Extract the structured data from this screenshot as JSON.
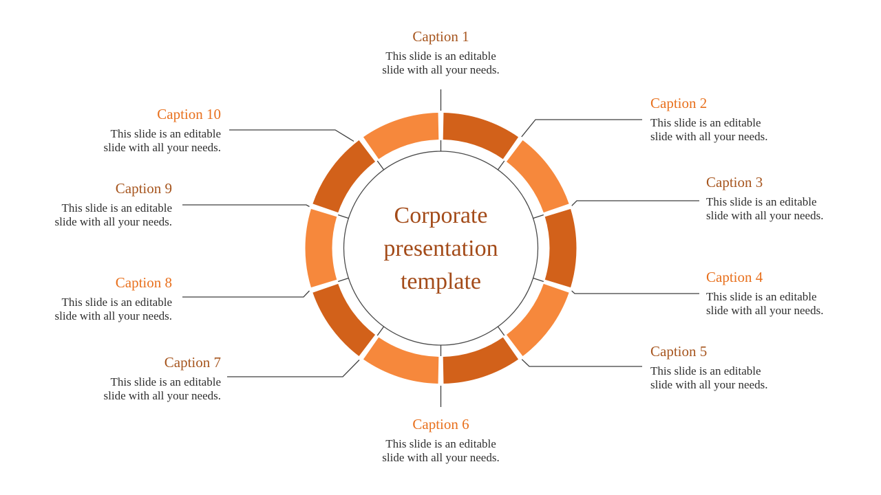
{
  "slide": {
    "center": {
      "title": "Corporate presentation template"
    },
    "colors": {
      "segment_dark": "#D2611A",
      "segment_light": "#F6883C",
      "caption_orange": "#E8701D",
      "caption_brown": "#A6551E",
      "center_text": "#A34B19",
      "body_text": "#2E2E2E",
      "line": "#3F3F3F",
      "circle_outline": "#4A4A4A",
      "background": "#FFFFFF"
    },
    "captions": [
      {
        "label": "Caption 1",
        "body_line1": "This slide is an editable",
        "body_line2": "slide with all your needs.",
        "variant": "brown"
      },
      {
        "label": "Caption 2",
        "body_line1": "This slide is an editable",
        "body_line2": "slide with all your needs.",
        "variant": "orange"
      },
      {
        "label": "Caption 3",
        "body_line1": "This slide is an editable",
        "body_line2": "slide with all your needs.",
        "variant": "brown"
      },
      {
        "label": "Caption 4",
        "body_line1": "This slide is an editable",
        "body_line2": "slide with all your needs.",
        "variant": "orange"
      },
      {
        "label": "Caption 5",
        "body_line1": "This slide is an editable",
        "body_line2": "slide with all your needs.",
        "variant": "brown"
      },
      {
        "label": "Caption 6",
        "body_line1": "This slide is an editable",
        "body_line2": "slide with all your needs.",
        "variant": "orange"
      },
      {
        "label": "Caption 7",
        "body_line1": "This slide is an editable",
        "body_line2": "slide with all your needs.",
        "variant": "brown"
      },
      {
        "label": "Caption 8",
        "body_line1": "This slide is an editable",
        "body_line2": "slide with all your needs.",
        "variant": "orange"
      },
      {
        "label": "Caption 9",
        "body_line1": "This slide is an editable",
        "body_line2": "slide with all your needs.",
        "variant": "brown"
      },
      {
        "label": "Caption 10",
        "body_line1": "This slide is an editable",
        "body_line2": "slide with all your needs.",
        "variant": "orange"
      }
    ]
  }
}
